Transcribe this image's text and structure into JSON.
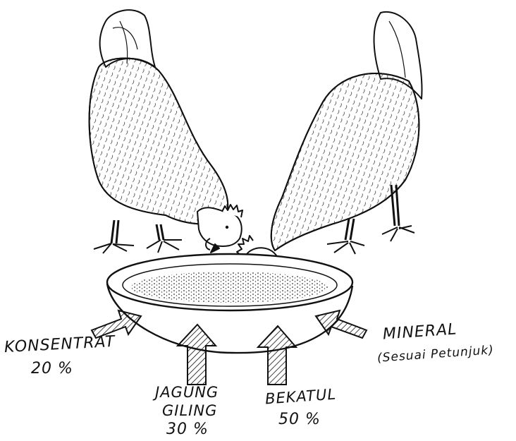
{
  "labels": {
    "konsentrat": {
      "name": "KONSENTRAT",
      "percent": "20 %"
    },
    "jagung": {
      "line1": "JAGUNG",
      "line2": "GILING",
      "percent": "30 %"
    },
    "bekatul": {
      "name": "BEKATUL",
      "percent": "50 %"
    },
    "mineral": {
      "name": "MINERAL",
      "note": "(Sesuai Petunjuk)"
    }
  },
  "colors": {
    "ink": "#111111",
    "paper": "#ffffff"
  },
  "icons": [
    "hen-left",
    "hen-right",
    "feed-tray",
    "arrow-konsentrat",
    "arrow-jagung",
    "arrow-bekatul",
    "arrow-mineral"
  ]
}
